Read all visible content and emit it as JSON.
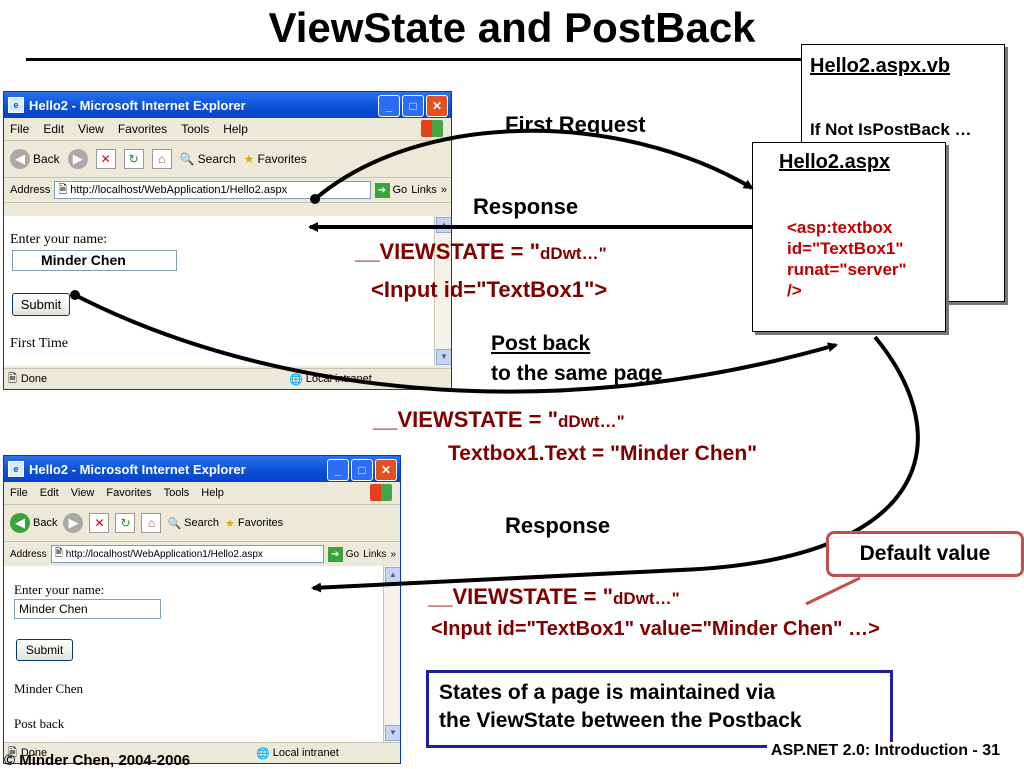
{
  "slide": {
    "title": "ViewState and PostBack",
    "footer_right": "ASP.NET 2.0: Introduction  - 31",
    "footer_left": "© Minder Chen, 2004-2006"
  },
  "files": {
    "vb": {
      "name": "Hello2.aspx.vb",
      "code": "If Not IsPostBack …"
    },
    "aspx": {
      "name": "Hello2.aspx",
      "code": [
        "<asp:textbox",
        "id=\"TextBox1\"",
        "runat=\"server\"",
        "/>"
      ]
    }
  },
  "flow": {
    "first_request": "First Request",
    "response1": "Response",
    "viewstate1_a": "__VIEWSTATE =  \"",
    "viewstate1_b": "dDwt…\"",
    "input1": "<Input id=\"TextBox1\">",
    "postback_line1": "Post back",
    "postback_line2": "to the same page",
    "viewstate2_a": "__VIEWSTATE = \"",
    "viewstate2_b": "dDwt…\"",
    "textbox_text": "Textbox1.Text  = \"Minder Chen\"",
    "response2": "Response",
    "viewstate3_a": "__VIEWSTATE = \"",
    "viewstate3_b": "dDwt…\"",
    "input3": "<Input id=\"TextBox1\" value=\"Minder Chen\" …>",
    "default_value": "Default value",
    "summary_line1": "States of a page is maintained via",
    "summary_line2": "the ViewState between the Postback"
  },
  "browser": {
    "title": "Hello2 - Microsoft Internet Explorer",
    "menu": [
      "File",
      "Edit",
      "View",
      "Favorites",
      "Tools",
      "Help"
    ],
    "back": "Back",
    "search": "Search",
    "favorites": "Favorites",
    "address_label": "Address",
    "url": "http://localhost/WebApplication1/Hello2.aspx",
    "go": "Go",
    "links": "Links",
    "chevron": "»",
    "status_done": "Done",
    "zone": "Local intranet",
    "prompt": "Enter your name:",
    "submit": "Submit"
  },
  "browser1": {
    "input_value": "Minder Chen",
    "message": "First Time"
  },
  "browser2": {
    "input_value": "Minder Chen",
    "message1": "Minder Chen",
    "message2": "Post back"
  },
  "colors": {
    "red_text": "#800000",
    "callout_border": "#c0504d",
    "summary_border": "#1f1f9e"
  }
}
